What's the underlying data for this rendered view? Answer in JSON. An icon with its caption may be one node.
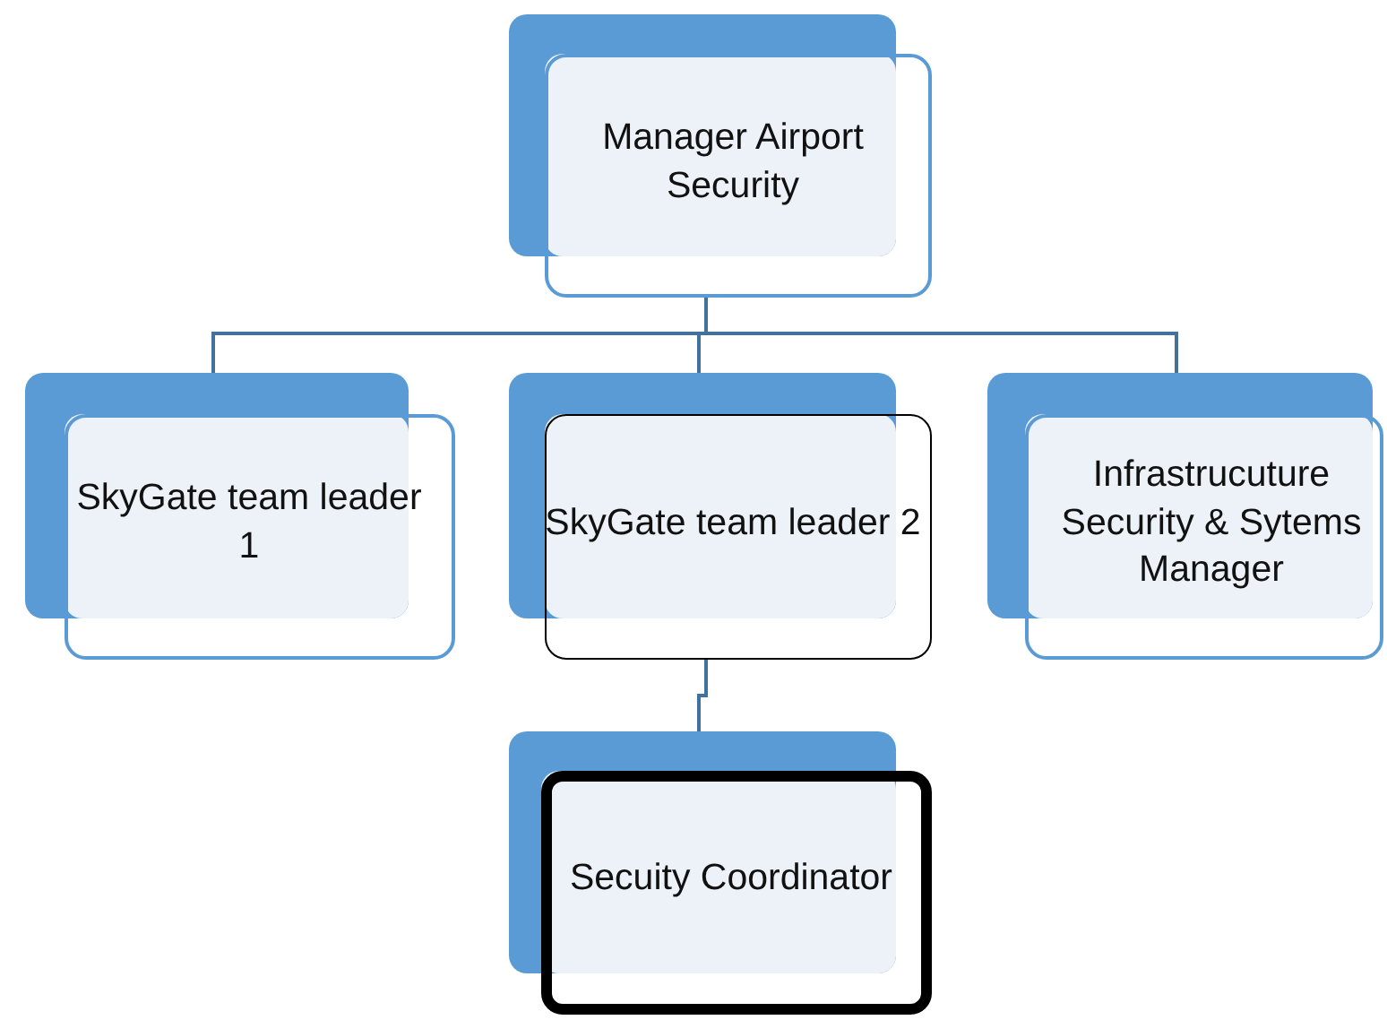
{
  "diagram": {
    "nodes": [
      {
        "text": [
          "Manager Airport Security"
        ]
      },
      {
        "text": [
          "SkyGate team leader 1"
        ]
      },
      {
        "text": [
          "SkyGate team leader 2"
        ]
      },
      {
        "text": [
          "Infrastrucuture Security & Sytems Manager"
        ]
      },
      {
        "text": [
          "Secuity Coordinator"
        ]
      }
    ],
    "edges": [
      {
        "from": 0,
        "to": 1,
        "arrow": "none"
      },
      {
        "from": 0,
        "to": 2,
        "arrow": "none"
      },
      {
        "from": 0,
        "to": 3,
        "arrow": "none"
      },
      {
        "from": 2,
        "to": 4,
        "arrow": "none"
      }
    ]
  }
}
